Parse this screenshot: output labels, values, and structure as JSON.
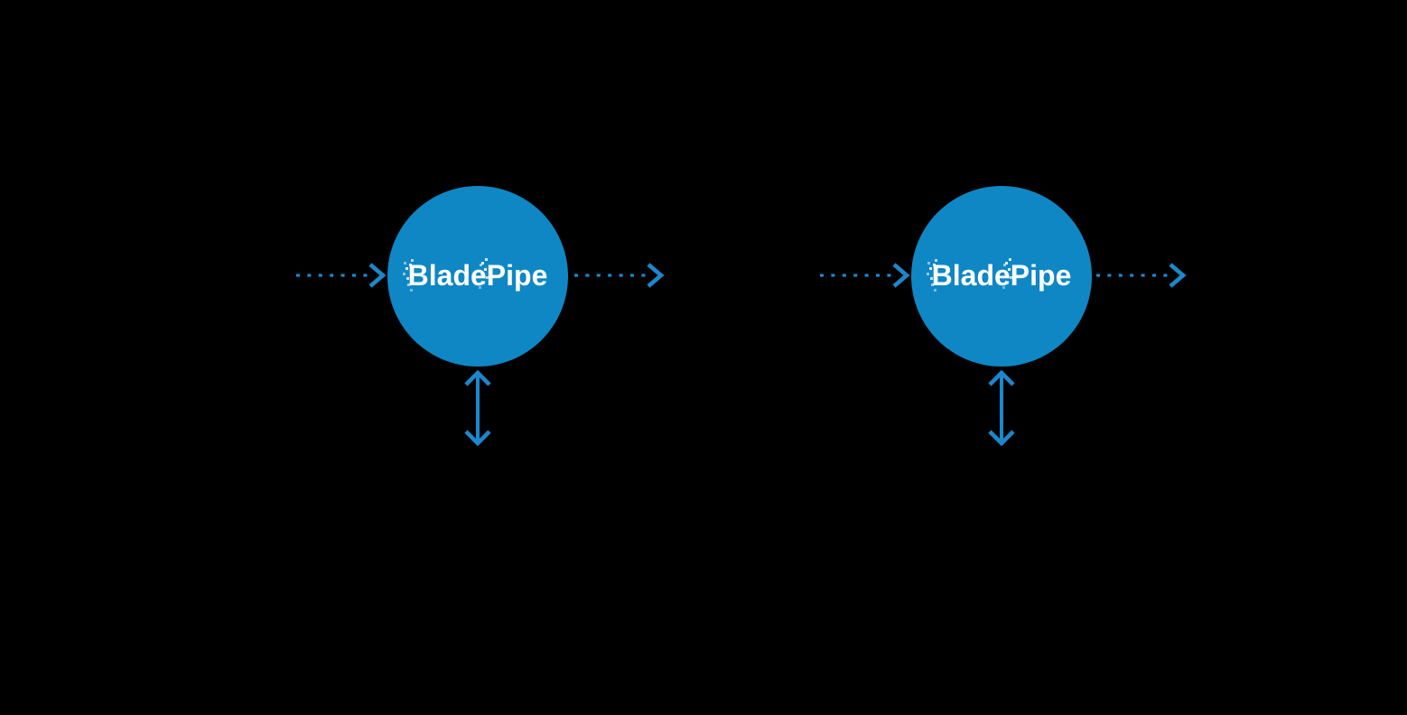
{
  "canvas": {
    "background_color": "#000000"
  },
  "colors": {
    "node_fill": "#0F87C5",
    "arrow_stroke": "#1D87CB",
    "logo_text": "#FFFFFF"
  },
  "diagram": {
    "nodes": [
      {
        "id": "bladepipe-left",
        "label": "BladePipe"
      },
      {
        "id": "bladepipe-right",
        "label": "BladePipe"
      }
    ],
    "arrows": [
      {
        "node": "bladepipe-left",
        "type": "incoming",
        "style": "dotted",
        "direction": "right"
      },
      {
        "node": "bladepipe-left",
        "type": "outgoing",
        "style": "dotted",
        "direction": "right"
      },
      {
        "node": "bladepipe-left",
        "type": "bidirectional",
        "style": "solid",
        "direction": "vertical"
      },
      {
        "node": "bladepipe-right",
        "type": "incoming",
        "style": "dotted",
        "direction": "right"
      },
      {
        "node": "bladepipe-right",
        "type": "outgoing",
        "style": "dotted",
        "direction": "right"
      },
      {
        "node": "bladepipe-right",
        "type": "bidirectional",
        "style": "solid",
        "direction": "vertical"
      }
    ]
  }
}
